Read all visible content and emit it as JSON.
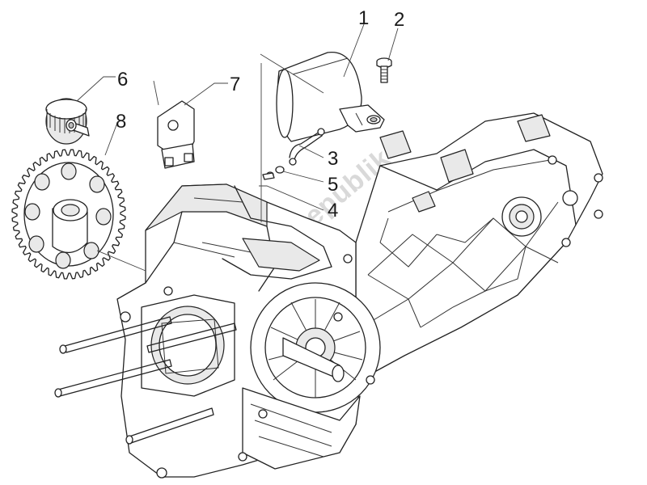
{
  "watermark": "PartsRepublik",
  "callouts": [
    {
      "id": "1",
      "label": "1"
    },
    {
      "id": "2",
      "label": "2"
    },
    {
      "id": "3",
      "label": "3"
    },
    {
      "id": "4",
      "label": "4"
    },
    {
      "id": "5",
      "label": "5"
    },
    {
      "id": "6",
      "label": "6"
    },
    {
      "id": "7",
      "label": "7"
    },
    {
      "id": "8",
      "label": "8"
    }
  ],
  "icons": {
    "watermark_logo": "gear-icon"
  }
}
